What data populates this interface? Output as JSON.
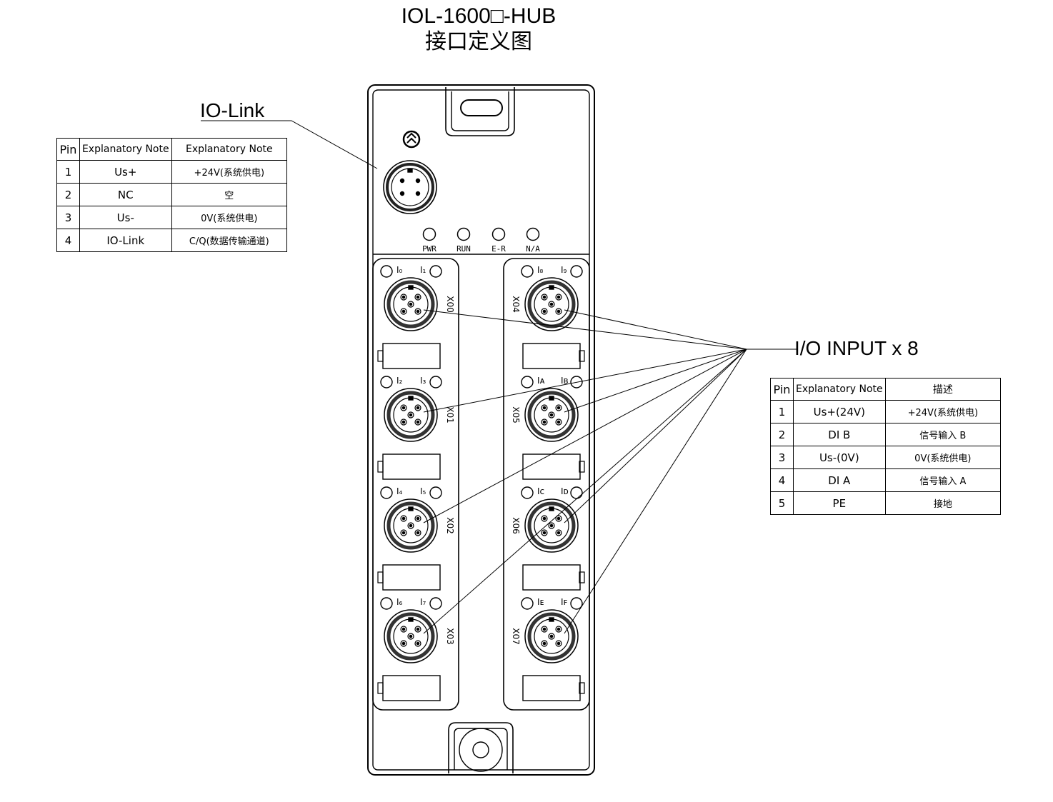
{
  "title": {
    "line1": "IOL-1600□-HUB",
    "line2": "接口定义图"
  },
  "iolink_section": {
    "label": "IO-Link",
    "table": {
      "headers": [
        "Pin",
        "Explanatory Note",
        "Explanatory Note"
      ],
      "rows": [
        {
          "pin": "1",
          "note": "Us+",
          "cn": "+24V(系统供电)"
        },
        {
          "pin": "2",
          "note": "NC",
          "cn": "空"
        },
        {
          "pin": "3",
          "note": "Us-",
          "cn": "0V(系统供电)"
        },
        {
          "pin": "4",
          "note": "IO-Link",
          "cn": "C/Q(数据传输通道)"
        }
      ]
    }
  },
  "io_section": {
    "label": "I/O INPUT x 8",
    "table": {
      "headers": [
        "Pin",
        "Explanatory Note",
        "描述"
      ],
      "rows": [
        {
          "pin": "1",
          "note": "Us+(24V)",
          "cn": "+24V(系统供电)"
        },
        {
          "pin": "2",
          "note": "DI B",
          "cn": "信号输入 B"
        },
        {
          "pin": "3",
          "note": "Us-(0V)",
          "cn": "0V(系统供电)"
        },
        {
          "pin": "4",
          "note": "DI A",
          "cn": "信号输入 A"
        },
        {
          "pin": "5",
          "note": "PE",
          "cn": "接地"
        }
      ]
    }
  },
  "device": {
    "leds": [
      "PWR",
      "RUN",
      "E-R",
      "N/A"
    ],
    "ports_left": [
      {
        "name": "X00",
        "in_a": "I₀",
        "in_b": "I₁"
      },
      {
        "name": "X01",
        "in_a": "I₂",
        "in_b": "I₃"
      },
      {
        "name": "X02",
        "in_a": "I₄",
        "in_b": "I₅"
      },
      {
        "name": "X03",
        "in_a": "I₆",
        "in_b": "I₇"
      }
    ],
    "ports_right": [
      {
        "name": "X04",
        "in_a": "I₈",
        "in_b": "I₉"
      },
      {
        "name": "X05",
        "in_a": "Iᴀ",
        "in_b": "Iʙ"
      },
      {
        "name": "X06",
        "in_a": "Iᴄ",
        "in_b": "Iᴅ"
      },
      {
        "name": "X07",
        "in_a": "Iᴇ",
        "in_b": "Iꜰ"
      }
    ]
  }
}
